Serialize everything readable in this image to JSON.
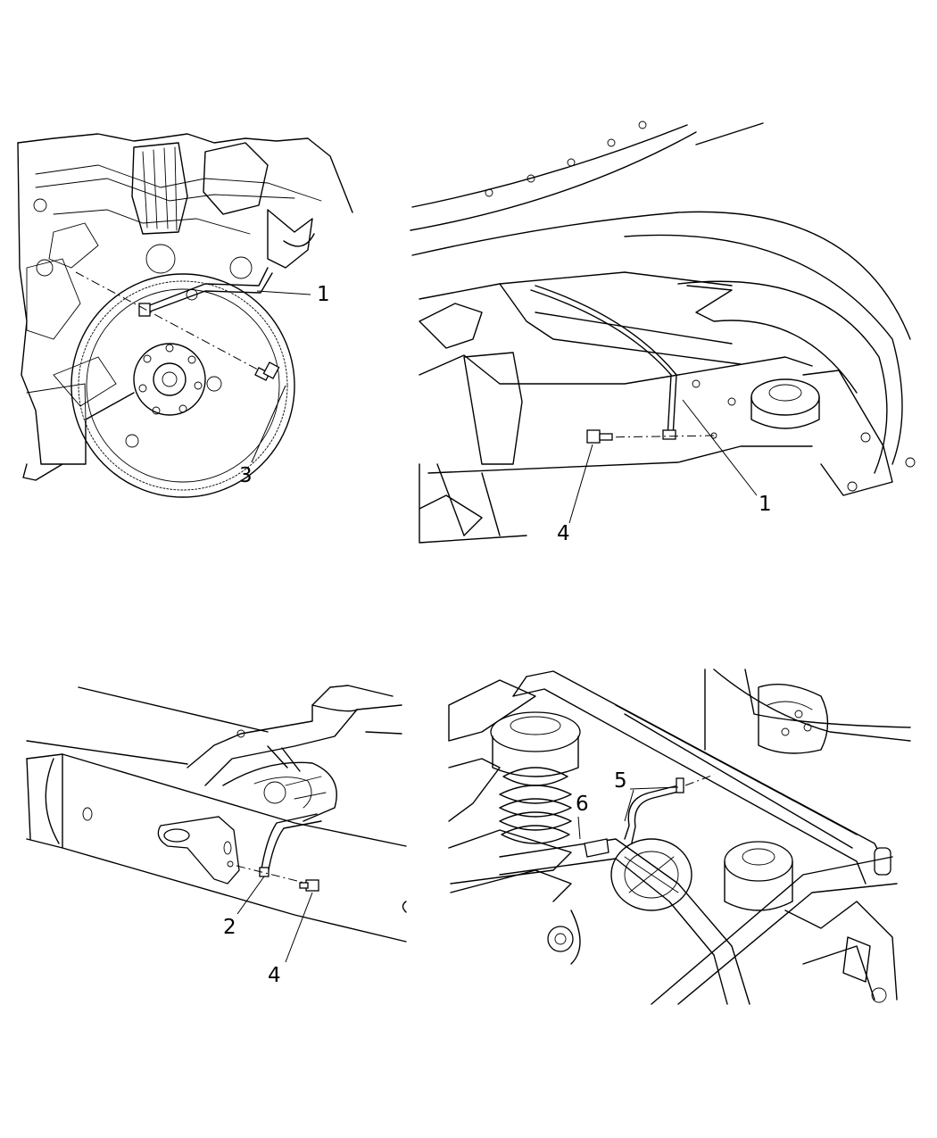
{
  "callouts": {
    "view1": {
      "a": "1",
      "b": "3"
    },
    "view2": {
      "a": "1",
      "b": "4"
    },
    "view3": {
      "a": "2",
      "b": "4"
    },
    "view4": {
      "a": "5",
      "b": "6"
    }
  }
}
